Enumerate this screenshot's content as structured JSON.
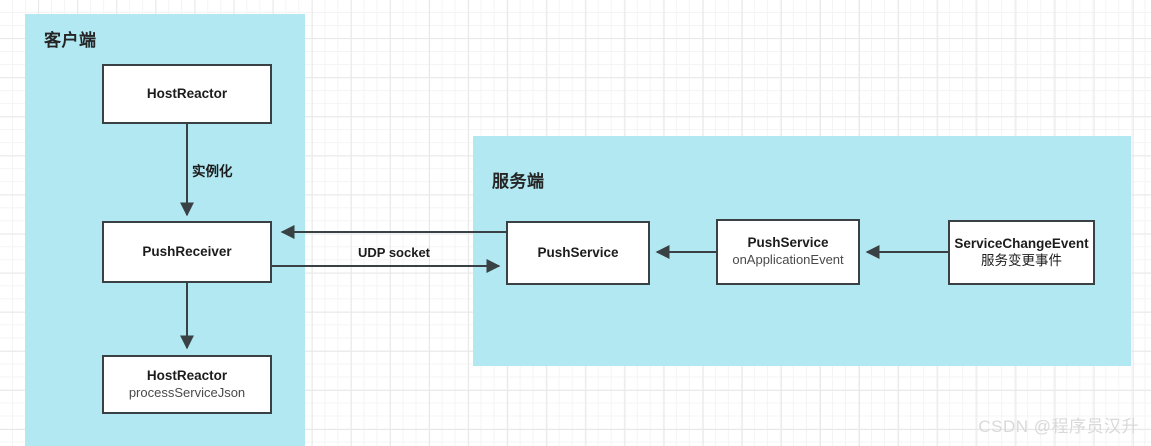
{
  "diagram": {
    "title_client": "客户端",
    "title_server": "服务端",
    "colors": {
      "panel_fill": "#b1e8f2",
      "node_fill": "#ffffff",
      "node_stroke": "#3a4144",
      "edge_stroke": "#3a4144",
      "grid_minor": "#f4f4f4",
      "grid_major": "#e8e8e8",
      "watermark": "#d9d9d9"
    },
    "nodes": {
      "host_reactor": {
        "line1": "HostReactor"
      },
      "push_receiver": {
        "line1": "PushReceiver"
      },
      "host_reactor_process": {
        "line1": "HostReactor",
        "line2": "processServiceJson"
      },
      "push_service": {
        "line1": "PushService"
      },
      "push_service_event": {
        "line1": "PushService",
        "line2": "onApplicationEvent"
      },
      "service_change_event": {
        "line1": "ServiceChangeEvent",
        "line2": "服务变更事件"
      }
    },
    "edges": {
      "instantiate": "实例化",
      "udp_socket": "UDP socket"
    }
  },
  "watermark": {
    "text": "CSDN @程序员汉升"
  }
}
